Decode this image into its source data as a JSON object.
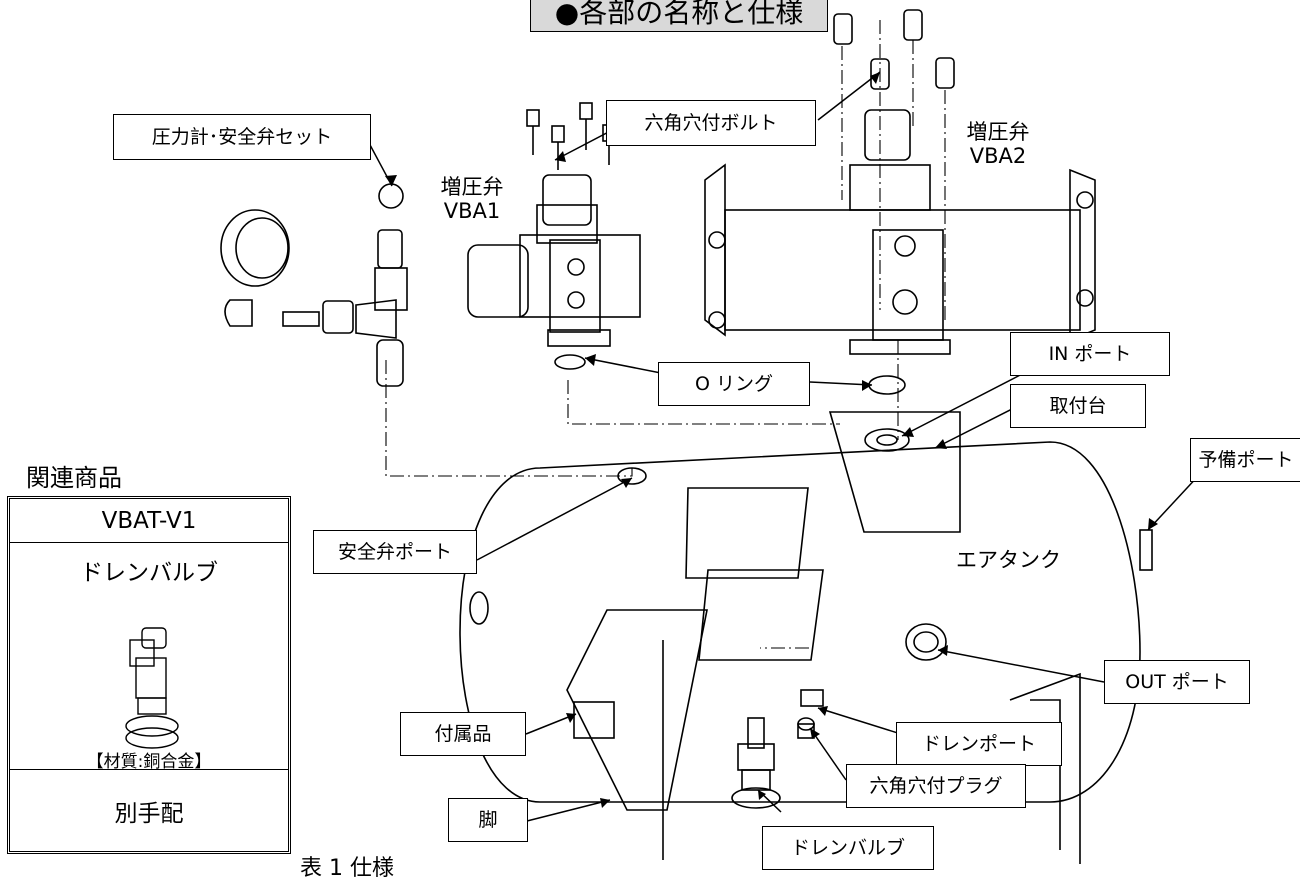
{
  "title": "●各部の名称と仕様",
  "parts": {
    "pressure_gauge_set": "圧力計･安全弁セット",
    "hex_bolt": "六角穴付ボルト",
    "booster_vba1": "増圧弁\nVBA1",
    "booster_vba2": "増圧弁\nVBA2",
    "in_port": "IN ポート",
    "o_ring": "O リング",
    "mount_base": "取付台",
    "spare_port": "予備ポート",
    "safety_valve_port": "安全弁ポート",
    "air_tank": "エアタンク",
    "out_port": "OUT ポート",
    "drain_port": "ドレンポート",
    "accessory": "付属品",
    "hex_plug": "六角穴付プラグ",
    "leg": "脚",
    "drain_valve": "ドレンバルブ"
  },
  "related": {
    "heading": "関連商品",
    "model": "VBAT-V1",
    "name": "ドレンバルブ",
    "material": "【材質:銅合金】",
    "note": "別手配"
  },
  "table_caption": "表 1  仕様"
}
